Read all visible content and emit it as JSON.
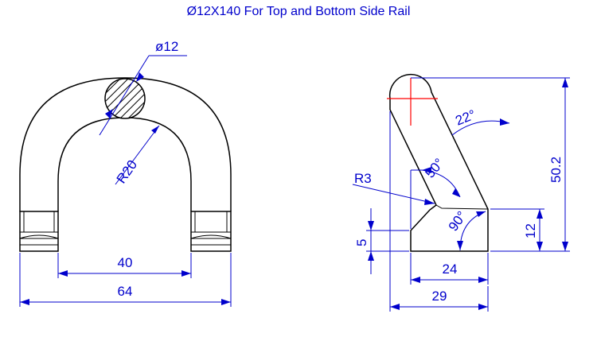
{
  "title": "Ø12X140  For Top and Bottom Side Rail",
  "colors": {
    "outline": "#000000",
    "dimension": "#0000cc",
    "centerline": "#ff0000"
  },
  "ubolt": {
    "dims": {
      "diameter": "ø12",
      "radius": "R20",
      "inner_width": "40",
      "outer_width": "64"
    }
  },
  "rail": {
    "dims": {
      "radius": "R3",
      "angle_top": "22°",
      "angle_mid": "50°",
      "angle_low": "90°",
      "height_total": "50.2",
      "height_step": "12",
      "height_base": "5",
      "width_base": "24",
      "width_total": "29"
    }
  }
}
